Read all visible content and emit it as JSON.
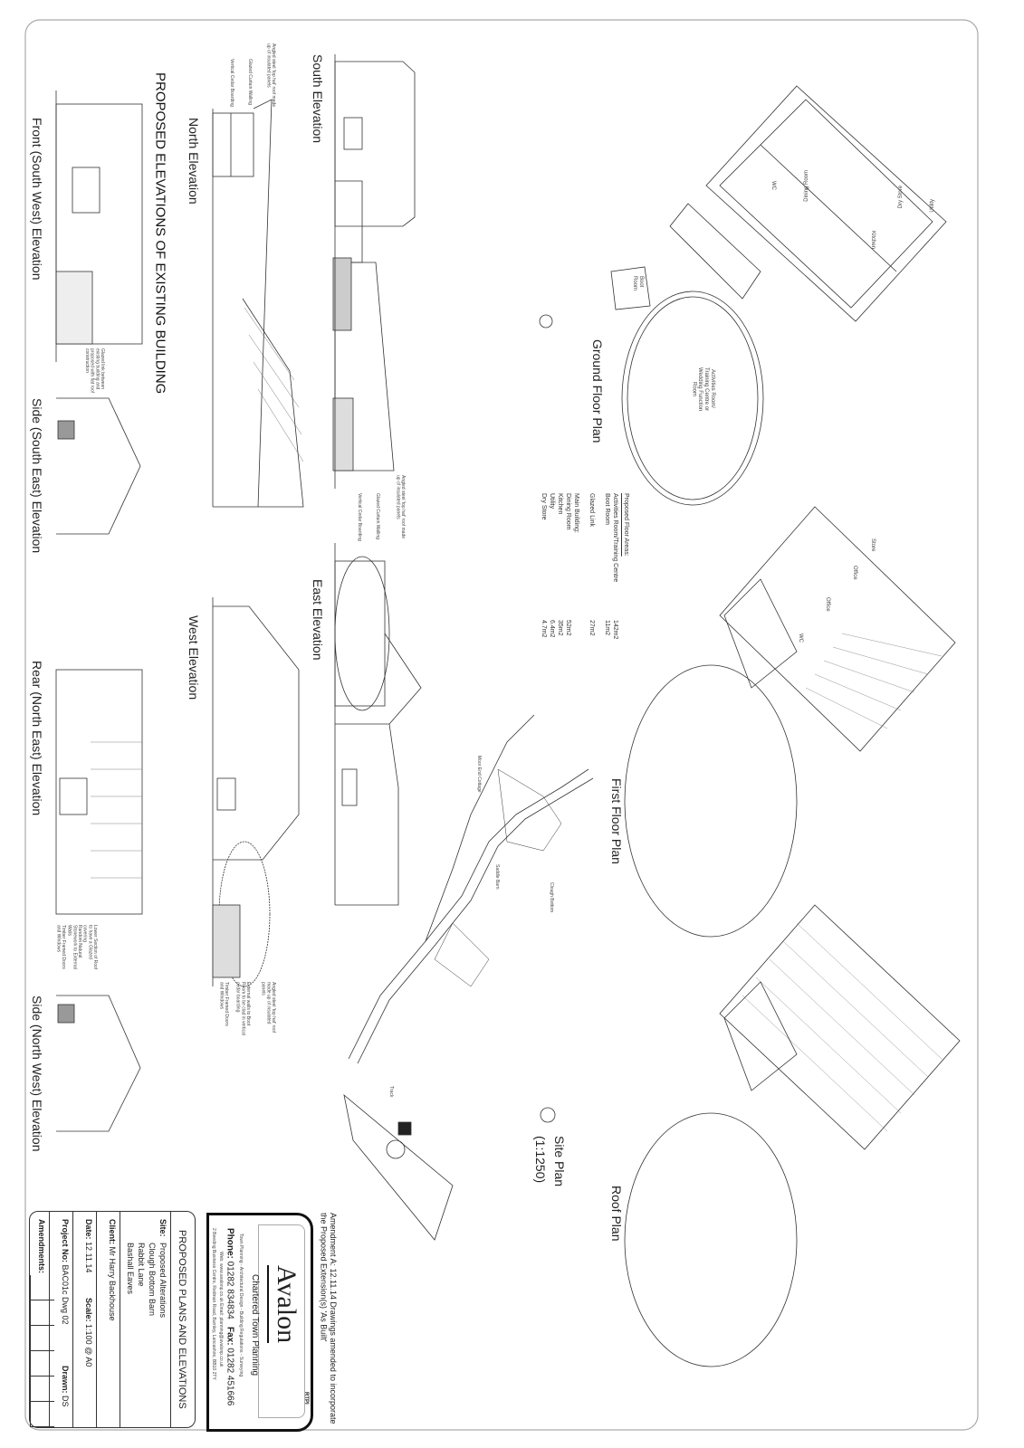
{
  "sheet_title": "PROPOSED ELEVATIONS OF EXISTING BUILDING",
  "elevations": {
    "south": "South Elevation",
    "north": "North Elevation",
    "east": "East Elevation",
    "west": "West Elevation",
    "front_sw": "Front (South West) Elevation",
    "side_se": "Side (South East) Elevation",
    "rear_ne": "Rear (North East) Elevation",
    "side_nw": "Side (North West) Elevation"
  },
  "annotations": {
    "angled_roof": "Angled steel 'top hat' roof made up of insulated panels",
    "glazed_curtain": "Glazed Curtain Walling",
    "vertical_cedar": "Vertical Cedar Boarding",
    "external_walls_boot": "External walls to Boot Room to be clad in vertical cedar boarding",
    "timber_doors": "Timber Framed Doors and Windows",
    "lower_roof": "Lower Section of Roof to have a Glazed covering",
    "sandstone": "Random Natural Stonework to External Walls",
    "glazed_link": "Glazed link between existing building and proposed with flat roof construction"
  },
  "plans": {
    "ground": "Ground Floor Plan",
    "first": "First Floor Plan",
    "roof": "Roof Plan",
    "site": "Site Plan",
    "site_scale": "(1:1250)"
  },
  "rooms": {
    "activities": "Activities Room/ Training Centre or Wedding Function Room",
    "boot": "Boot Room",
    "dining": "Dining Room",
    "kitchen": "Kitchen",
    "utility": "Utility",
    "dry_store": "Dry Store",
    "wc": "WC",
    "office": "Office",
    "store": "Store"
  },
  "site_labels": {
    "moor_end": "Moor End Cottage",
    "saddle_barn": "Saddle Barn",
    "clough_bottom": "Clough Bottom",
    "track": "Track"
  },
  "floor_areas": {
    "heading": "Proposed Floor Areas:",
    "rows": [
      {
        "label": "Activities Room/Training Centre",
        "value": "142m2"
      },
      {
        "label": "Boot Room",
        "value": "11m2"
      },
      {
        "label": "Glazed Link",
        "value": "27m2"
      },
      {
        "label": "Main Building:",
        "value": ""
      },
      {
        "label": "Dining Room",
        "value": "52m2"
      },
      {
        "label": "Kitchen",
        "value": "35m2"
      },
      {
        "label": "Utility",
        "value": "6.4m2"
      },
      {
        "label": "Dry Store",
        "value": "4.7m2"
      }
    ]
  },
  "amendment_note": "Amendment A: 12.11.14 Drawings amended to incorporate the Proposed Extension(s) 'As Built'",
  "company": {
    "logo": "Avalon",
    "subtitle": "Chartered Town Planning",
    "rtpi": "RTPI",
    "services": "Town Planning - Architectural Design - Building Regulations - Surveying",
    "phone_label": "Phone:",
    "phone": "01282 834834",
    "fax_label": "Fax:",
    "fax": "01282 451666",
    "web_email": "Web: www.avalonp.co.uk   Email: planning@avalonp.co.uk",
    "address": "2 Beeding Business Centre, Redman Road, Burnley, Lancashire, BB10 2TY"
  },
  "title_block": {
    "drawing_title": "PROPOSED PLANS AND ELEVATIONS",
    "site_label": "Site:",
    "site_lines": [
      "Proposed Alterations",
      "Clough Bottom Barn",
      "Rabbit Lane",
      "Bashall Eaves"
    ],
    "client_label": "Client:",
    "client": "Mr Harry Backhouse",
    "date_label": "Date:",
    "date": "12.11.14",
    "scale_label": "Scale:",
    "scale": "1:100 @ A0",
    "project_label": "Project No:",
    "project": "BAC01c Dwg 02",
    "drawn_label": "Drawn:",
    "drawn": "DS",
    "amendments_label": "Amendments:"
  }
}
